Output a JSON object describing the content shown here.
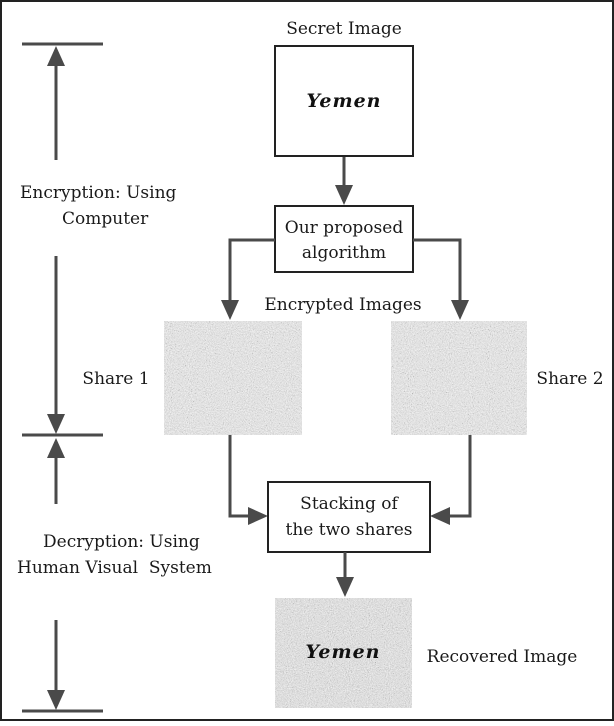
{
  "diagram": {
    "secret_image_label": "Secret Image",
    "secret_image_text": "Yemen",
    "algorithm_box": [
      "Our proposed",
      "algorithm"
    ],
    "encrypted_images_label": "Encrypted Images",
    "share1_label": "Share 1",
    "share2_label": "Share 2",
    "stacking_box": [
      "Stacking of",
      "the two shares"
    ],
    "recovered_image_text": "Yemen",
    "recovered_image_label": "Recovered Image",
    "encryption_label": [
      "Encryption: Using",
      "Computer"
    ],
    "decryption_label": [
      "Decryption: Using",
      "Human Visual  System"
    ]
  },
  "colors": {
    "noise_base": "#6b6b6b",
    "arrow": "#4a4a4a",
    "frame": "#222222"
  }
}
